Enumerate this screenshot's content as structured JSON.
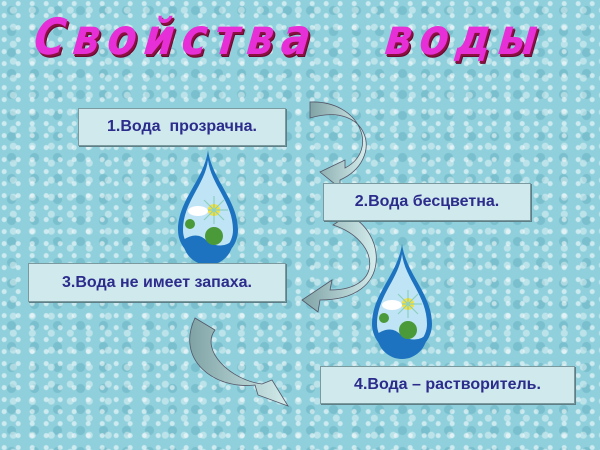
{
  "title": "Свойства   воды",
  "properties": [
    {
      "label": "1.Вода  прозрачна."
    },
    {
      "label": "2.Вода бесцветна."
    },
    {
      "label": "3.Вода не имеет запаха."
    },
    {
      "label": "4.Вода – растворитель."
    }
  ],
  "colors": {
    "title": "#e62fd6",
    "text": "#2c2c8c",
    "box": "#cfe9ec",
    "arrow": "#a9c9c9"
  }
}
